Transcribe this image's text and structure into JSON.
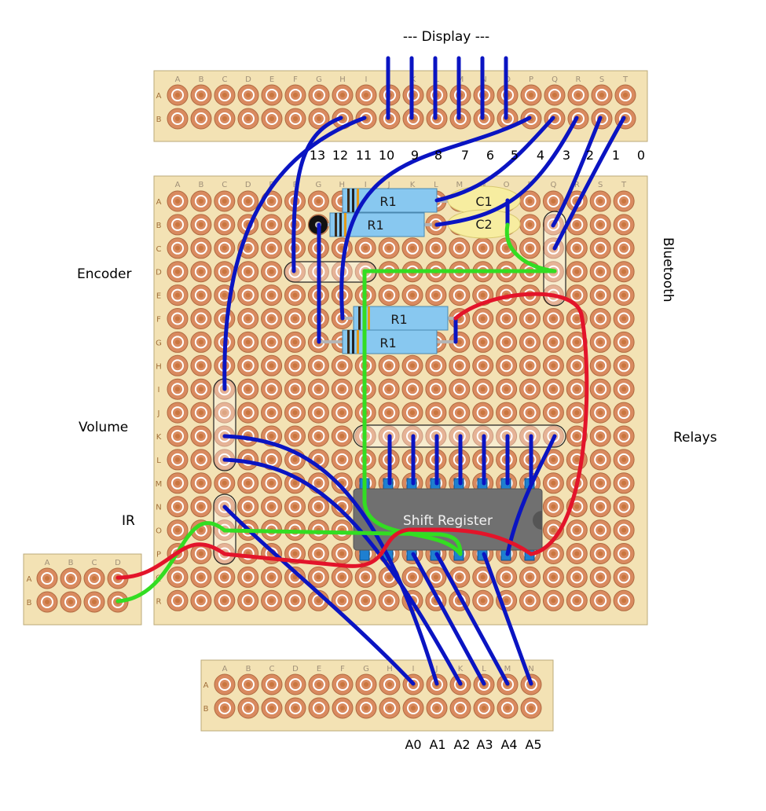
{
  "title": "--- Display ---",
  "board_labels": {
    "top_cols": [
      "A",
      "B",
      "C",
      "D",
      "E",
      "F",
      "G",
      "H",
      "I",
      "J",
      "K",
      "L",
      "M",
      "N",
      "O",
      "P",
      "Q",
      "R",
      "S",
      "T"
    ],
    "top_rows": [
      "A",
      "B"
    ],
    "main_cols": [
      "A",
      "B",
      "C",
      "D",
      "E",
      "F",
      "G",
      "H",
      "I",
      "J",
      "K",
      "L",
      "M",
      "N",
      "O",
      "P",
      "Q",
      "R",
      "S",
      "T"
    ],
    "main_rows": [
      "A",
      "B",
      "C",
      "D",
      "E",
      "F",
      "G",
      "H",
      "I",
      "J",
      "K",
      "L",
      "M",
      "N",
      "O",
      "P",
      "Q",
      "R"
    ],
    "left_cols": [
      "A",
      "B",
      "C",
      "D"
    ],
    "left_rows": [
      "A",
      "B"
    ],
    "bottom_cols": [
      "A",
      "B",
      "C",
      "D",
      "E",
      "F",
      "G",
      "H",
      "I",
      "J",
      "K",
      "L",
      "M",
      "N"
    ],
    "bottom_rows": [
      "A",
      "B"
    ]
  },
  "digital_pins": [
    "13",
    "12",
    "11",
    "10",
    "9",
    "8",
    "7",
    "6",
    "5",
    "4",
    "3",
    "2",
    "1",
    "0"
  ],
  "analog_pins": [
    "A0",
    "A1",
    "A2",
    "A3",
    "A4",
    "A5"
  ],
  "side_labels": {
    "encoder": "Encoder",
    "volume": "Volume",
    "ir": "IR",
    "bluetooth": "Bluetooth",
    "relays": "Relays"
  },
  "components": {
    "r1_a": "R1",
    "r1_b": "R1",
    "r1_c": "R1",
    "r1_d": "R1",
    "c1": "C1",
    "c2": "C2",
    "ic": "Shift Register"
  },
  "colors": {
    "board": "#f3e2b4",
    "pad": "#d98a5f",
    "wire_blue": "#0a14c2",
    "wire_red": "#e3142a",
    "wire_green": "#33dd22",
    "resistor": "#88c8f0",
    "capacitor": "#f7eda0",
    "ic": "#707070"
  }
}
